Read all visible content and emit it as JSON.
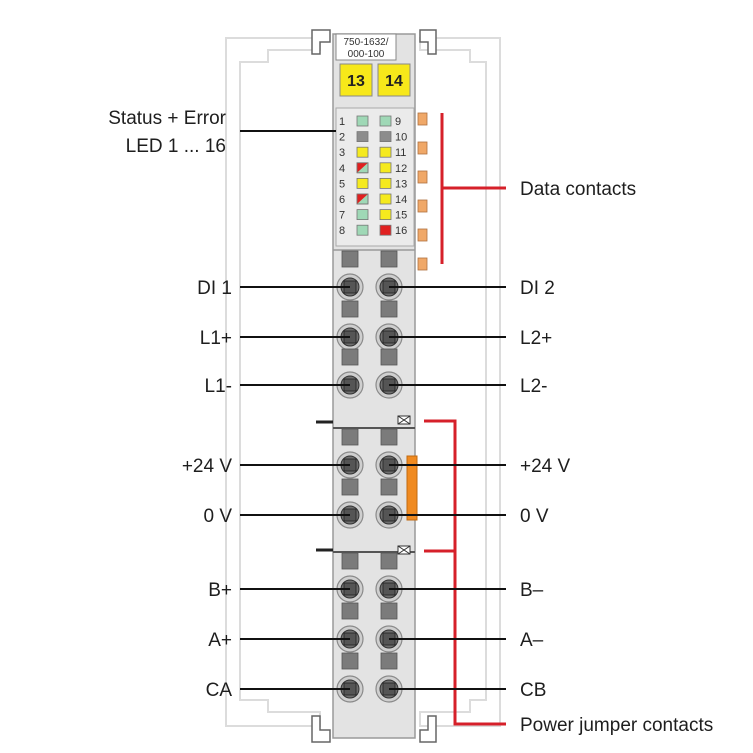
{
  "module": {
    "part_number_line1": "750-1632/",
    "part_number_line2": "000-100",
    "marker_left": "13",
    "marker_right": "14"
  },
  "led_numbers_left": [
    "1",
    "2",
    "3",
    "4",
    "5",
    "6",
    "7",
    "8"
  ],
  "led_numbers_right": [
    "9",
    "10",
    "11",
    "12",
    "13",
    "14",
    "15",
    "16"
  ],
  "led_states_left": [
    "green",
    "gray",
    "yellow",
    "red-green",
    "yellow",
    "red-green",
    "green",
    "green"
  ],
  "led_states_right": [
    "green",
    "gray",
    "yellow",
    "yellow",
    "yellow",
    "yellow",
    "yellow",
    "red"
  ],
  "labels": {
    "status_line1": "Status + Error",
    "status_line2": "LED 1 ... 16",
    "data_contacts": "Data contacts",
    "power_jumper_contacts": "Power jumper contacts"
  },
  "terminals_left": [
    "DI 1",
    "L1+",
    "L1-",
    "+24 V",
    "0 V",
    "B+",
    "A+",
    "CA"
  ],
  "terminals_right": [
    "DI 2",
    "L2+",
    "L2-",
    "+24 V",
    "0 V",
    "B–",
    "A–",
    "CB"
  ],
  "colors": {
    "housing": "#e3e3e3",
    "outline": "#9a9a9a",
    "marker_yellow": "#f7e81a",
    "led_green": "#9fd8b6",
    "led_gray": "#8c8c8c",
    "led_yellow": "#f5ea1e",
    "led_red": "#e02020",
    "contact_orange": "#f0a868",
    "jumper_orange": "#f08a20",
    "callout_red": "#d6202a"
  }
}
